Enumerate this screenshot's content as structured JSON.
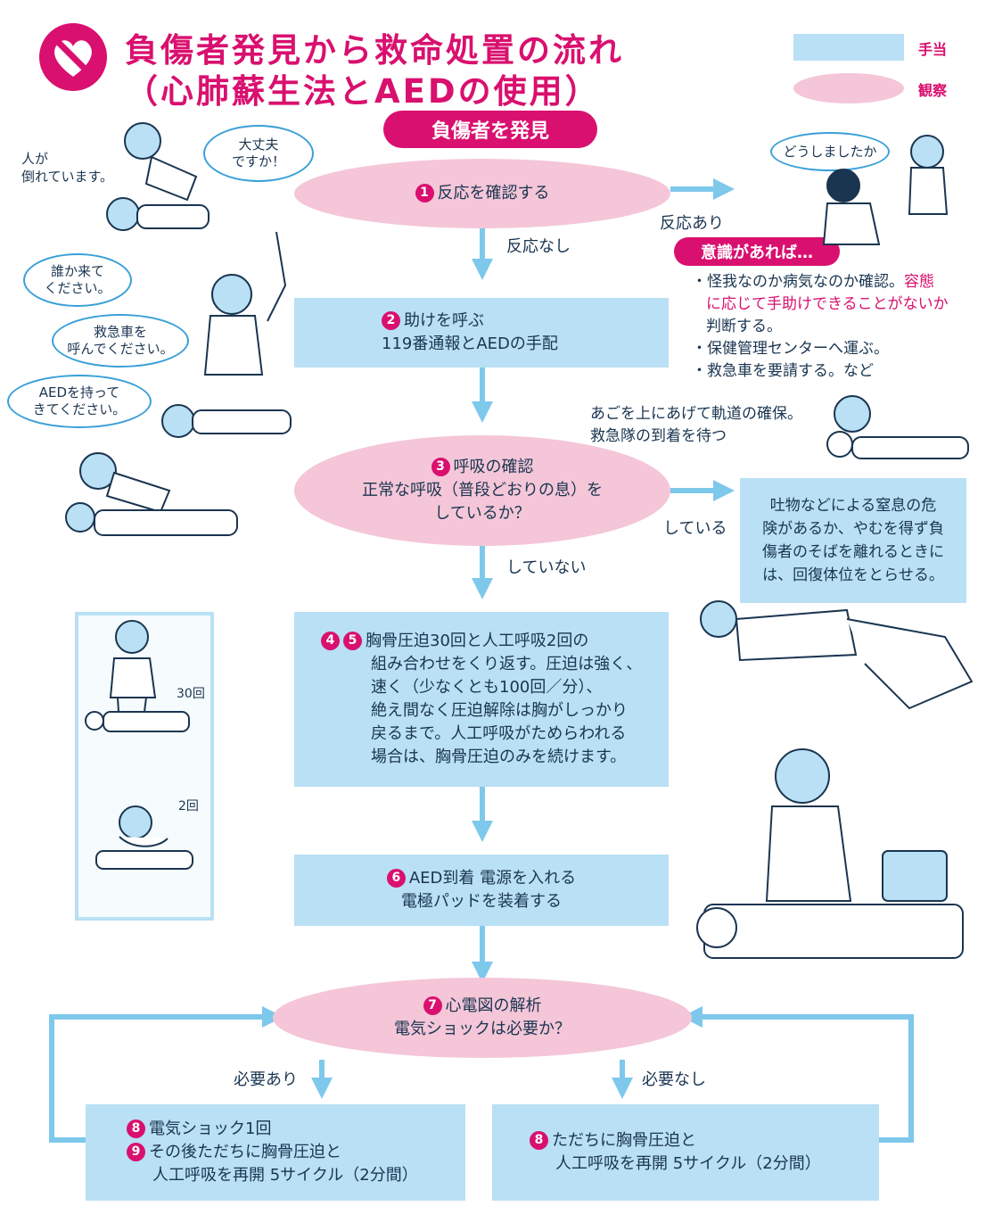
{
  "title": {
    "line1": "負傷者発見から救命処置の流れ",
    "line2": "（心肺蘇生法とAEDの使用）"
  },
  "legend": {
    "box_label": "手当",
    "oval_label": "観察"
  },
  "colors": {
    "accent": "#d9106f",
    "box": "#b9e0f4",
    "oval": "#f4c6d8",
    "arrow": "#7ec8ec"
  },
  "start": "負傷者を発見",
  "steps": {
    "s1": {
      "num": "1",
      "text": "反応を確認する"
    },
    "s2": {
      "num": "2",
      "line1": "助けを呼ぶ",
      "line2": "119番通報とAEDの手配"
    },
    "s3": {
      "num": "3",
      "line1": "呼吸の確認",
      "line2": "正常な呼吸（普段どおりの息）を",
      "line3": "しているか？"
    },
    "s45": {
      "num_a": "4",
      "num_b": "5",
      "lines": [
        "胸骨圧迫30回と人工呼吸2回の",
        "組み合わせをくり返す。圧迫は強く、",
        "速く（少なくとも100回／分）、",
        "絶え間なく圧迫解除は胸がしっかり",
        "戻るまで。人工呼吸がためらわれる",
        "場合は、胸骨圧迫のみを続けます。"
      ]
    },
    "s6": {
      "num": "6",
      "line1": "AED到着 電源を入れる",
      "line2": "電極パッドを装着する"
    },
    "s7": {
      "num": "7",
      "line1": "心電図の解析",
      "line2": "電気ショックは必要か？"
    },
    "s8left": {
      "num_a": "8",
      "line1": "電気ショック1回",
      "num_b": "9",
      "line2": "その後ただちに胸骨圧迫と",
      "line3": "人工呼吸を再開 5サイクル（2分間）"
    },
    "s8right": {
      "num": "8",
      "line1": "ただちに胸骨圧迫と",
      "line2": "人工呼吸を再開 5サイクル（2分間）"
    }
  },
  "branch_labels": {
    "no_response": "反応なし",
    "response": "反応あり",
    "not_breathing": "していない",
    "breathing": "している",
    "need_yes": "必要あり",
    "need_no": "必要なし"
  },
  "conscious": {
    "header": "意識があれば…",
    "item1_a": "・怪我なのか病気なのか確認。",
    "item1_b": "容態",
    "item1_c": "に応じて手助けできることがないか",
    "item1_d": "判断する。",
    "item2": "・保健管理センターへ運ぶ。",
    "item3": "・救急車を要請する。など"
  },
  "airway_note": {
    "line1": "あごを上にあげて軌道の確保。",
    "line2": "救急隊の到着を待つ"
  },
  "recovery_box": {
    "lines": [
      "吐物などによる窒息の危",
      "険があるか、やむを得ず負",
      "傷者のそばを離れるときに",
      "は、回復体位をとらせる。"
    ]
  },
  "speech": {
    "person_down": {
      "line1": "人が",
      "line2": "倒れています。"
    },
    "ok": {
      "line1": "大丈夫",
      "line2": "ですか！"
    },
    "how": "どうしましたか",
    "come": {
      "line1": "誰か来て",
      "line2": "ください。"
    },
    "ambulance": {
      "line1": "救急車を",
      "line2": "呼んでください。"
    },
    "aed": {
      "line1": "AEDを持って",
      "line2": "きてください。"
    }
  },
  "cpr_counts": {
    "compress": "30回",
    "breath": "2回"
  }
}
